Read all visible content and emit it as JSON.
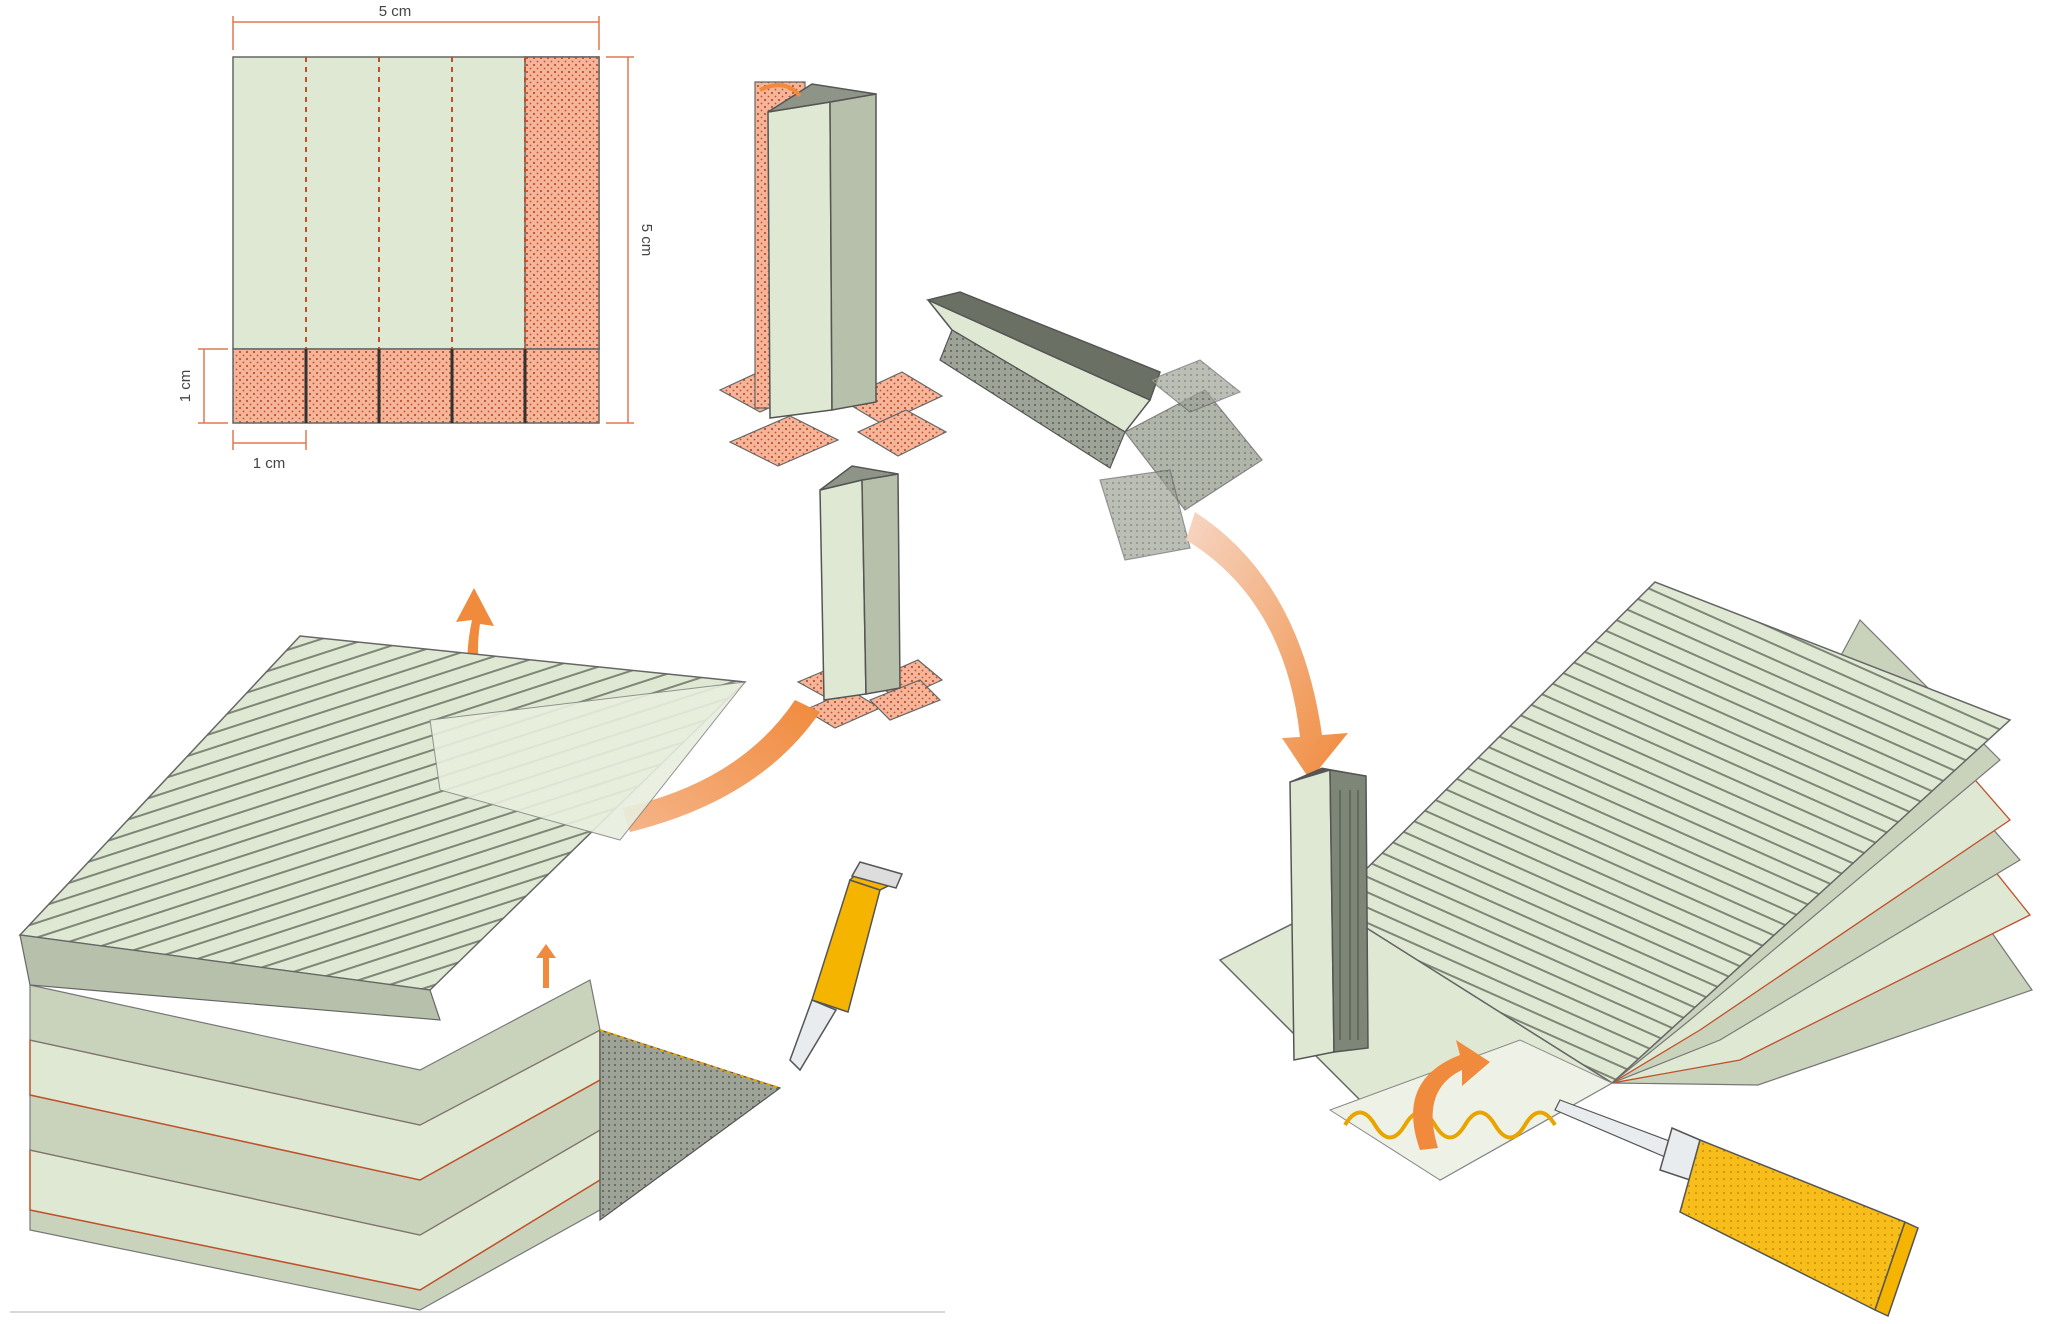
{
  "dimensions": {
    "width_label": "5 cm",
    "height_label": "5 cm",
    "tab_height_label": "1 cm",
    "tab_width_label": "1 cm"
  },
  "colors": {
    "paper": "#dfe8d2",
    "paper_shade": "#c9d3bc",
    "paper_dark": "#8e9488",
    "tab": "#f2a07a",
    "tab_dots": "#c0502a",
    "arrow": "#f08a3c",
    "glue": "#f5b400",
    "glue_trail": "#e9a400",
    "outline": "#555555"
  },
  "icons": {
    "arrow": "curved-arrow-icon",
    "glue": "glue-tube-icon"
  }
}
